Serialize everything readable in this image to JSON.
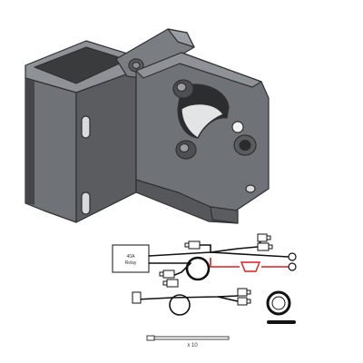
{
  "colors": {
    "background": "#ffffff",
    "metal_dark": "#4d4f52",
    "metal_mid": "#6f7276",
    "metal_light": "#8e9195",
    "metal_edge": "#2f3032",
    "wire": "#111111",
    "wire_red": "#d81e1e",
    "connector": "#ffffff"
  },
  "harness": {
    "relay_box_label_1": "40A",
    "relay_box_label_2": "Relay"
  },
  "cable_ties": {
    "quantity_label": "x 10"
  }
}
